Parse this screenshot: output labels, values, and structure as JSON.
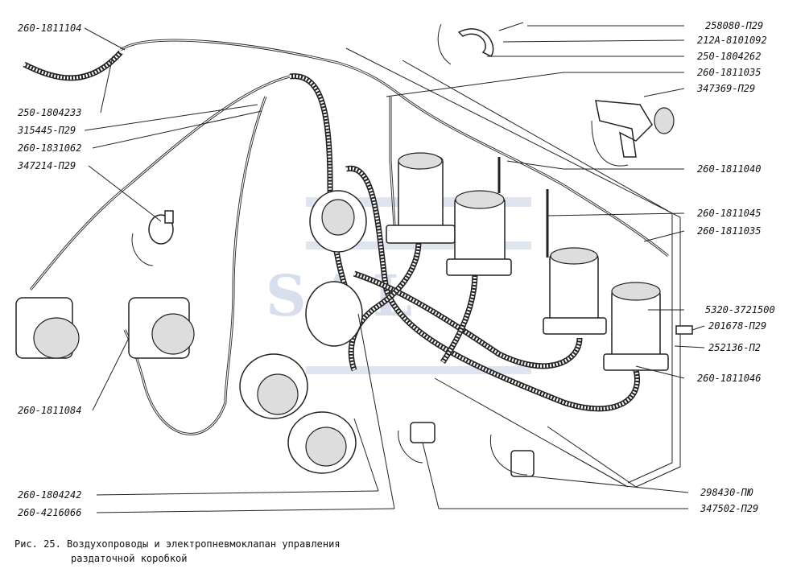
{
  "labels_left": [
    {
      "id": "l1",
      "text": "260-1811104"
    },
    {
      "id": "l2",
      "text": "250-1804233"
    },
    {
      "id": "l3",
      "text": "315445-П29"
    },
    {
      "id": "l4",
      "text": "260-1831062"
    },
    {
      "id": "l5",
      "text": "347214-П29"
    },
    {
      "id": "l6",
      "text": "260-1811084"
    },
    {
      "id": "l7",
      "text": "260-1804242"
    },
    {
      "id": "l8",
      "text": "260-4216066"
    }
  ],
  "labels_right": [
    {
      "id": "r1",
      "text": "258080-П29"
    },
    {
      "id": "r2",
      "text": "212А-8101092"
    },
    {
      "id": "r3",
      "text": "250-1804262"
    },
    {
      "id": "r4",
      "text": "260-1811035"
    },
    {
      "id": "r5",
      "text": "347369-П29"
    },
    {
      "id": "r6",
      "text": "260-1811040"
    },
    {
      "id": "r7",
      "text": "260-1811045"
    },
    {
      "id": "r8",
      "text": "260-1811035"
    },
    {
      "id": "r9",
      "text": "5320-3721500"
    },
    {
      "id": "r10",
      "text": "201678-П29"
    },
    {
      "id": "r11",
      "text": "252136-П2"
    },
    {
      "id": "r12",
      "text": "260-1811046"
    },
    {
      "id": "r13",
      "text": "298430-ПЮ"
    },
    {
      "id": "r14",
      "text": "347502-П29"
    }
  ],
  "caption": {
    "line1": "Рис. 25. Воздухопроводы и электропневмоклапан управления",
    "line2": "раздаточной коробкой"
  },
  "watermark": "SAL"
}
